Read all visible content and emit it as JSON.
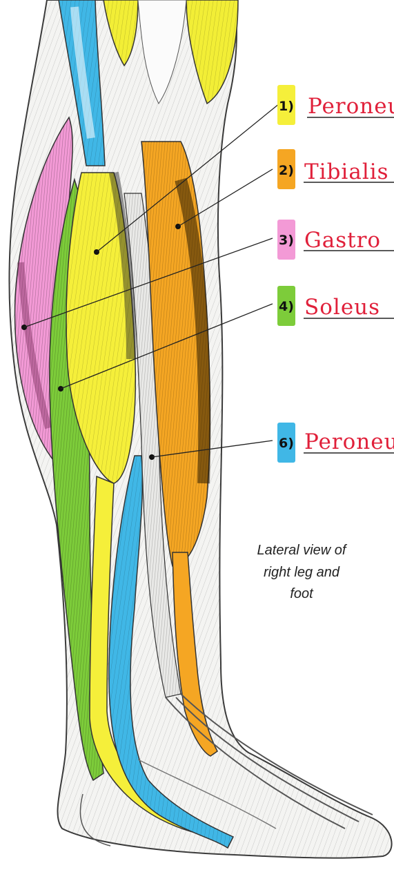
{
  "labels": [
    {
      "number": "1)",
      "answer": "Peroneu",
      "muscle_color": "#f5ef3a"
    },
    {
      "number": "2)",
      "answer": "Tibialis",
      "muscle_color": "#f5a623"
    },
    {
      "number": "3)",
      "answer": "Gastro",
      "muscle_color": "#f39ad6"
    },
    {
      "number": "4)",
      "answer": "Soleus",
      "muscle_color": "#7dcc3a"
    },
    {
      "number": "6)",
      "answer": "Peroneu",
      "muscle_color": "#40b7e6"
    }
  ],
  "caption": {
    "line1": "Lateral view of",
    "line2": "right leg and",
    "line3": "foot"
  },
  "colors": {
    "handwriting": "#e0203a",
    "outline": "#3a3a3a"
  }
}
